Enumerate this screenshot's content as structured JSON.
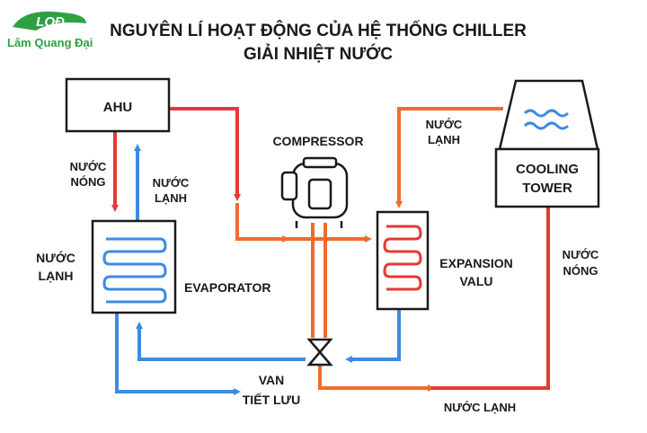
{
  "title": {
    "line1": "NGUYÊN LÍ HOẠT ĐỘNG CỦA HỆ THỐNG CHILLER",
    "line2": "GIẢI NHIỆT NƯỚC"
  },
  "logo": {
    "mark": "LQĐ",
    "company": "Lâm Quang Đại"
  },
  "components": {
    "ahu": "AHU",
    "compressor": "COMPRESSOR",
    "evaporator": "EVAPORATOR",
    "cooling_tower_line1": "COOLING",
    "cooling_tower_line2": "TOWER",
    "expansion_line1": "EXPANSION",
    "expansion_line2": "VALU",
    "van_line1": "VAN",
    "van_line2": "TIẾT LƯU"
  },
  "labels": {
    "ahu_out_line1": "NƯỚC",
    "ahu_out_line2": "NÓNG",
    "ahu_in_line1": "NƯỚC",
    "ahu_in_line2": "LẠNH",
    "evap_side_line1": "NƯỚC",
    "evap_side_line2": "LẠNH",
    "tower_in_line1": "NƯỚC",
    "tower_in_line2": "LẠNH",
    "tower_out_line1": "NƯỚC",
    "tower_out_line2": "NÓNG",
    "bottom_flow": "NƯỚC LẠNH"
  },
  "colors": {
    "hot_red": "#e53935",
    "hot_orange": "#ef6c2c",
    "cold_blue": "#3d8be0",
    "logo_green": "#2ea043",
    "outline": "#1a1a1a"
  }
}
